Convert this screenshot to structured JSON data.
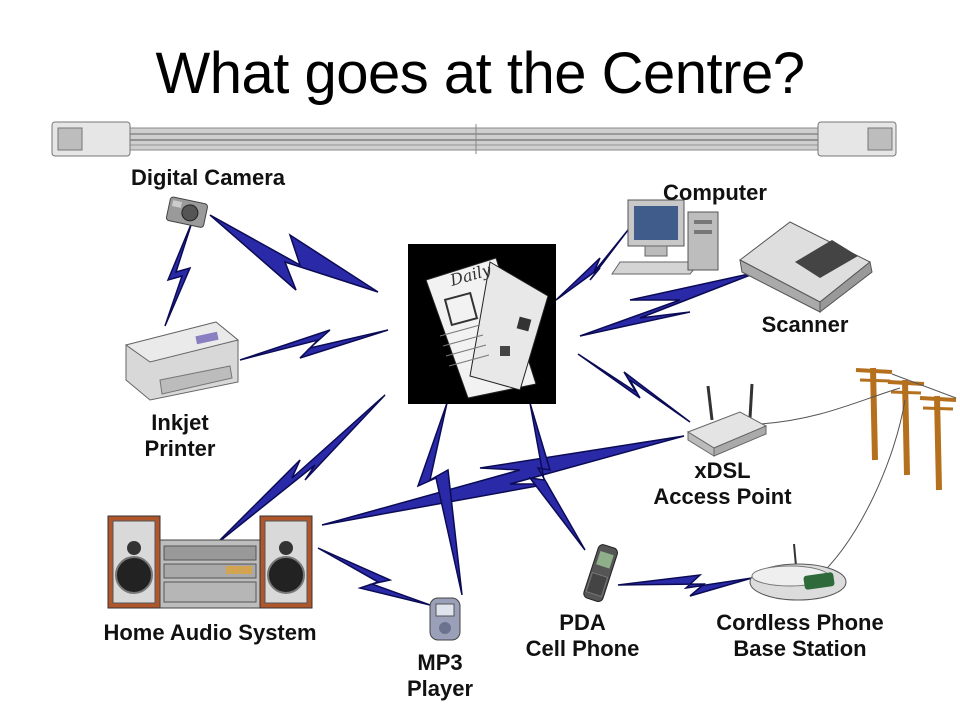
{
  "title": "What goes at the Centre?",
  "devices": {
    "digital_camera": "Digital Camera",
    "computer": "Computer",
    "scanner": "Scanner",
    "inkjet_printer_line1": "Inkjet",
    "inkjet_printer_line2": "Printer",
    "xdsl_line1": "xDSL",
    "xdsl_line2": "Access Point",
    "home_audio": "Home Audio System",
    "pda_line1": "PDA",
    "pda_line2": "Cell Phone",
    "cordless_line1": "Cordless Phone",
    "cordless_line2": "Base Station",
    "mp3_line1": "MP3",
    "mp3_line2": "Player"
  },
  "centre_image": {
    "caption": "Daily"
  },
  "colors": {
    "bolt": "#2a2aa8",
    "bolt_stroke": "#0b0b55",
    "centre_bg": "#000000",
    "pole": "#b5701e"
  }
}
